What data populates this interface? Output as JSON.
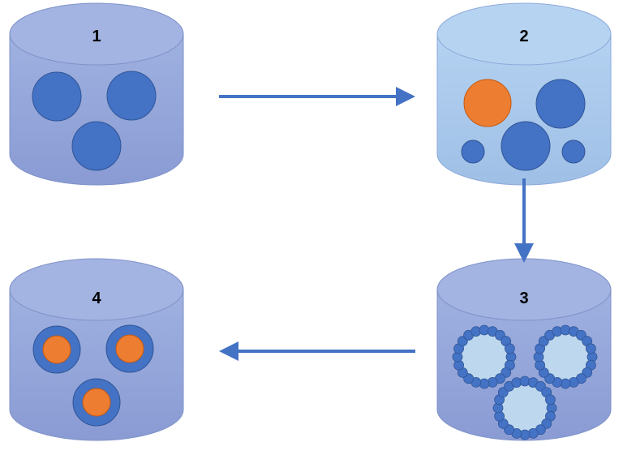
{
  "diagram": {
    "cylinders": [
      {
        "label": "1",
        "content": "three-large-blue-circles"
      },
      {
        "label": "2",
        "content": "orange-circle-and-blue-circles"
      },
      {
        "label": "3",
        "content": "three-rings-of-small-beads"
      },
      {
        "label": "4",
        "content": "three-orange-cores-in-blue-shells"
      }
    ],
    "arrows": [
      {
        "from": "1",
        "to": "2"
      },
      {
        "from": "2",
        "to": "3"
      },
      {
        "from": "3",
        "to": "4"
      }
    ],
    "colors": {
      "cylinder_dark": "#93a4d8",
      "cylinder_light": "#a9c9ec",
      "cylinder_stroke": "#7f92c8",
      "blue": "#4472c4",
      "blue_stroke": "#2f5597",
      "orange": "#ed7d31",
      "bead_ring_fill": "#bdd7ee",
      "arrow": "#4472c4"
    }
  }
}
